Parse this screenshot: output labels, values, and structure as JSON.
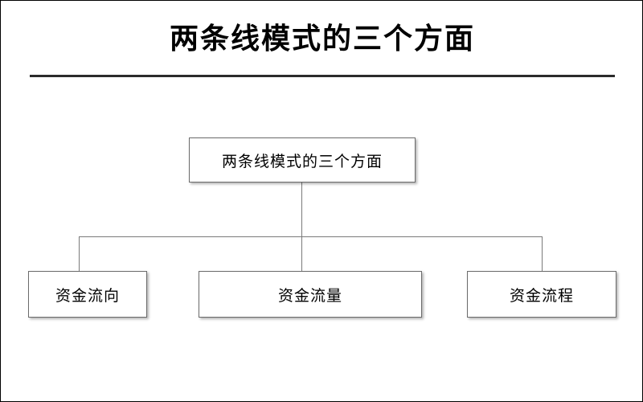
{
  "page": {
    "title": "两条线模式的三个方面",
    "border_color": "#000000",
    "background": "#ffffff"
  },
  "diagram": {
    "type": "org-chart",
    "node_border_color": "#6b6b6b",
    "connector_color": "#7a7a7a",
    "root": {
      "label": "两条线模式的三个方面"
    },
    "children": [
      {
        "label": "资金流向"
      },
      {
        "label": "资金流量"
      },
      {
        "label": "资金流程"
      }
    ]
  }
}
